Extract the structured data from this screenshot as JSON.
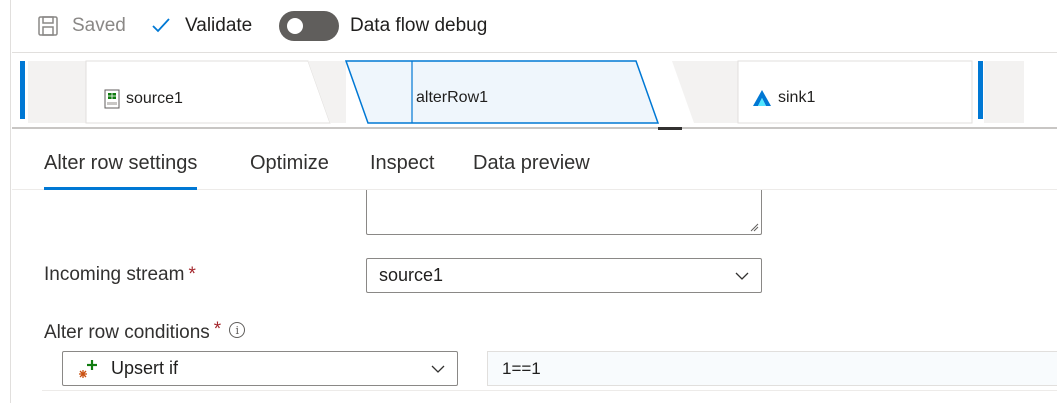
{
  "toolbar": {
    "saved_label": "Saved",
    "validate_label": "Validate",
    "debug_label": "Data flow debug",
    "debug_on": false
  },
  "canvas": {
    "nodes": [
      {
        "label": "source1",
        "icon": "csv-file-icon"
      },
      {
        "label": "alterRow1",
        "icon": "none",
        "selected": true
      },
      {
        "label": "sink1",
        "icon": "sink-icon"
      }
    ],
    "accent": "#0078d4"
  },
  "tabs": [
    {
      "label": "Alter row settings",
      "active": true
    },
    {
      "label": "Optimize"
    },
    {
      "label": "Inspect"
    },
    {
      "label": "Data preview"
    }
  ],
  "form": {
    "incoming_stream_label": "Incoming stream",
    "incoming_stream_value": "source1",
    "required_mark": "*",
    "alter_conditions_label": "Alter row conditions",
    "info_glyph": "i",
    "condition": {
      "type_value": "Upsert if",
      "expression": "1==1"
    }
  }
}
